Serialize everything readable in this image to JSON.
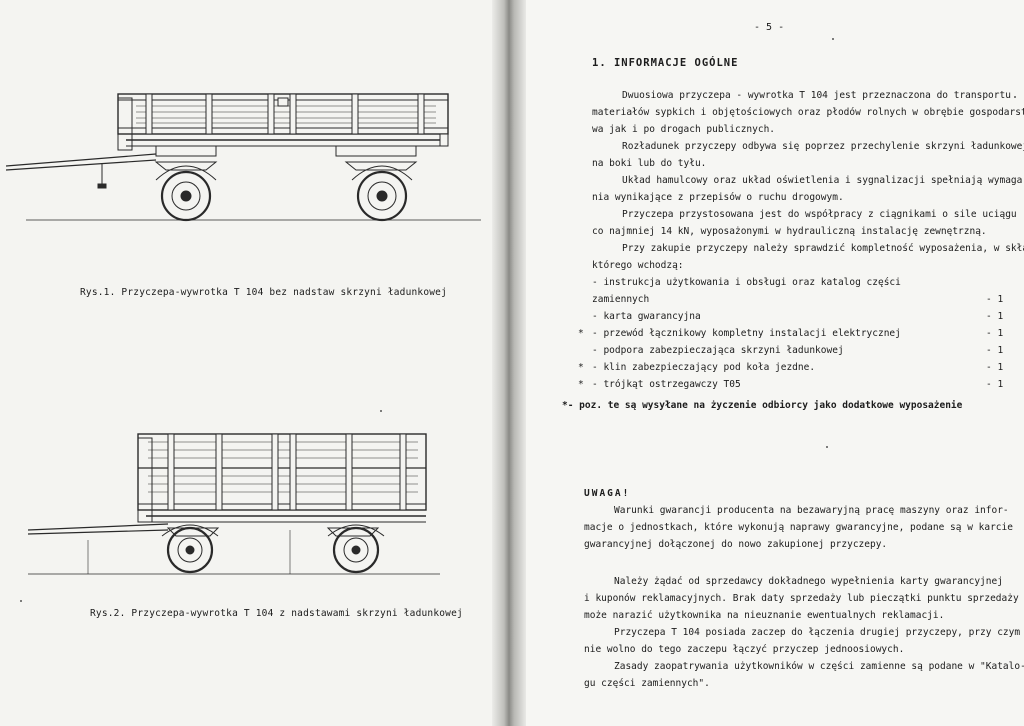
{
  "left_page": {
    "figure1_caption": "Rys.1. Przyczepa-wywrotka T 104 bez nadstaw skrzyni ładunkowej",
    "figure2_caption": "Rys.2. Przyczepa-wywrotka T 104 z nadstawami skrzyni ładunkowej"
  },
  "right_page": {
    "page_number": "- 5 -",
    "heading": "1. INFORMACJE OGÓLNE",
    "paragraphs": [
      "Dwuosiowa przyczepa - wywrotka T 104 jest przeznaczona do transportu",
      "materiałów sypkich i objętościowych oraz płodów rolnych w obrębie gospodarst-",
      "wa jak i po drogach publicznych.",
      "Rozładunek przyczepy odbywa się poprzez przechylenie skrzyni ładunkowej",
      "na boki lub do tyłu.",
      "Układ hamulcowy oraz układ oświetlenia i sygnalizacji spełniają wymaga-",
      "nia wynikające z przepisów o ruchu drogowym.",
      "Przyczepa przystosowana jest do współpracy z ciągnikami o sile uciągu",
      "co najmniej 14 kN, wyposażonymi w hydrauliczną instalację zewnętrzną.",
      "Przy zakupie przyczepy należy sprawdzić kompletność wyposażenia, w skład",
      "którego wchodzą:"
    ],
    "equipment_list": [
      {
        "mark": "",
        "text": "- instrukcja  użytkowania i obsługi oraz katalog części",
        "qty": ""
      },
      {
        "mark": "",
        "text": "  zamiennych",
        "qty": "- 1"
      },
      {
        "mark": "",
        "text": "- karta gwarancyjna",
        "qty": "- 1"
      },
      {
        "mark": "*",
        "text": "- przewód łącznikowy kompletny instalacji elektrycznej",
        "qty": "- 1"
      },
      {
        "mark": "",
        "text": "- podpora zabezpieczająca skrzyni ładunkowej",
        "qty": "- 1"
      },
      {
        "mark": "*",
        "text": "- klin zabezpieczający pod koła jezdne.",
        "qty": "- 1"
      },
      {
        "mark": "*",
        "text": "- trójkąt ostrzegawczy T05",
        "qty": "- 1"
      }
    ],
    "footnote": "*- poz. te są wysyłane na życzenie odbiorcy jako dodatkowe wyposażenie",
    "uwaga_title": "UWAGA!",
    "uwaga_paragraphs": [
      "Warunki gwarancji producenta na bezawaryjną pracę maszyny oraz infor-",
      "macje o jednostkach, które wykonują naprawy gwarancyjne, podane są w karcie",
      "gwarancyjnej dołączonej do nowo zakupionej przyczepy.",
      "Należy żądać od sprzedawcy dokładnego wypełnienia karty gwarancyjnej",
      "i kuponów reklamacyjnych. Brak daty sprzedaży lub pieczątki punktu sprzedaży",
      "może narazić użytkownika na nieuznanie ewentualnych reklamacji.",
      "Przyczepa T 104 posiada zaczep do łączenia drugiej przyczepy, przy czym",
      "nie wolno do tego zaczepu łączyć przyczep jednoosiowych.",
      "Zasady zaopatrywania użytkowników w części zamienne są podane w \"Katalo-",
      "gu części zamiennych\"."
    ]
  }
}
